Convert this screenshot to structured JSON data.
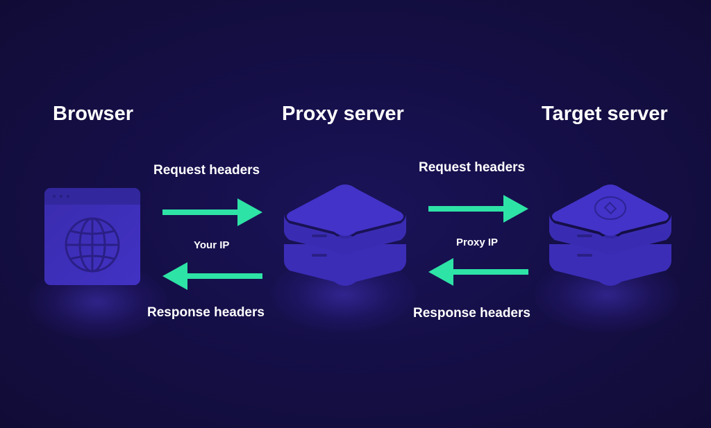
{
  "diagram": {
    "nodes": [
      {
        "id": "browser",
        "title": "Browser",
        "icon": "browser-window-globe-icon"
      },
      {
        "id": "proxy",
        "title": "Proxy server",
        "icon": "server-stack-icon"
      },
      {
        "id": "target",
        "title": "Target server",
        "icon": "server-stack-target-icon"
      }
    ],
    "links": [
      {
        "from": "browser",
        "to": "proxy",
        "request_label": "Request headers",
        "ip_label": "Your IP",
        "response_label": "Response headers"
      },
      {
        "from": "proxy",
        "to": "target",
        "request_label": "Request headers",
        "ip_label": "Proxy IP",
        "response_label": "Response headers"
      }
    ],
    "colors": {
      "background": "#150f48",
      "arrow": "#2ee3a6",
      "node_fill": "#3d2fb8",
      "node_dark": "#2e2290",
      "text": "#ffffff"
    }
  }
}
